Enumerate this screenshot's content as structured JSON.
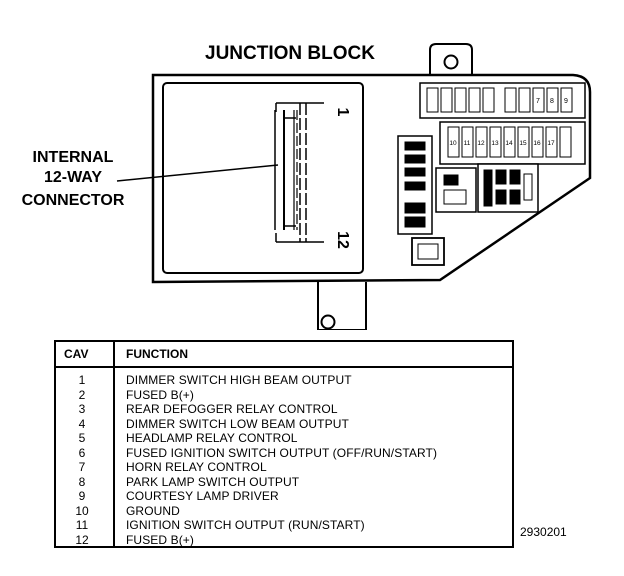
{
  "diagram": {
    "title": "JUNCTION BLOCK",
    "callout": [
      "INTERNAL",
      "12-WAY",
      "CONNECTOR"
    ],
    "pin_first": "1",
    "pin_last": "12",
    "fuse_numbers": [
      "7",
      "8",
      "9",
      "10",
      "11",
      "12",
      "13",
      "14",
      "15",
      "16",
      "17"
    ]
  },
  "table": {
    "headers": {
      "cav": "CAV",
      "function": "FUNCTION"
    },
    "rows": [
      {
        "cav": "1",
        "function": "DIMMER SWITCH HIGH BEAM OUTPUT"
      },
      {
        "cav": "2",
        "function": "FUSED B(+)"
      },
      {
        "cav": "3",
        "function": "REAR DEFOGGER RELAY CONTROL"
      },
      {
        "cav": "4",
        "function": "DIMMER SWITCH LOW BEAM OUTPUT"
      },
      {
        "cav": "5",
        "function": "HEADLAMP RELAY CONTROL"
      },
      {
        "cav": "6",
        "function": "FUSED IGNITION SWITCH OUTPUT (OFF/RUN/START)"
      },
      {
        "cav": "7",
        "function": "HORN RELAY CONTROL"
      },
      {
        "cav": "8",
        "function": "PARK LAMP SWITCH OUTPUT"
      },
      {
        "cav": "9",
        "function": "COURTESY LAMP DRIVER"
      },
      {
        "cav": "10",
        "function": "GROUND"
      },
      {
        "cav": "11",
        "function": "IGNITION SWITCH OUTPUT (RUN/START)"
      },
      {
        "cav": "12",
        "function": "FUSED B(+)"
      }
    ]
  },
  "figure_id": "2930201"
}
